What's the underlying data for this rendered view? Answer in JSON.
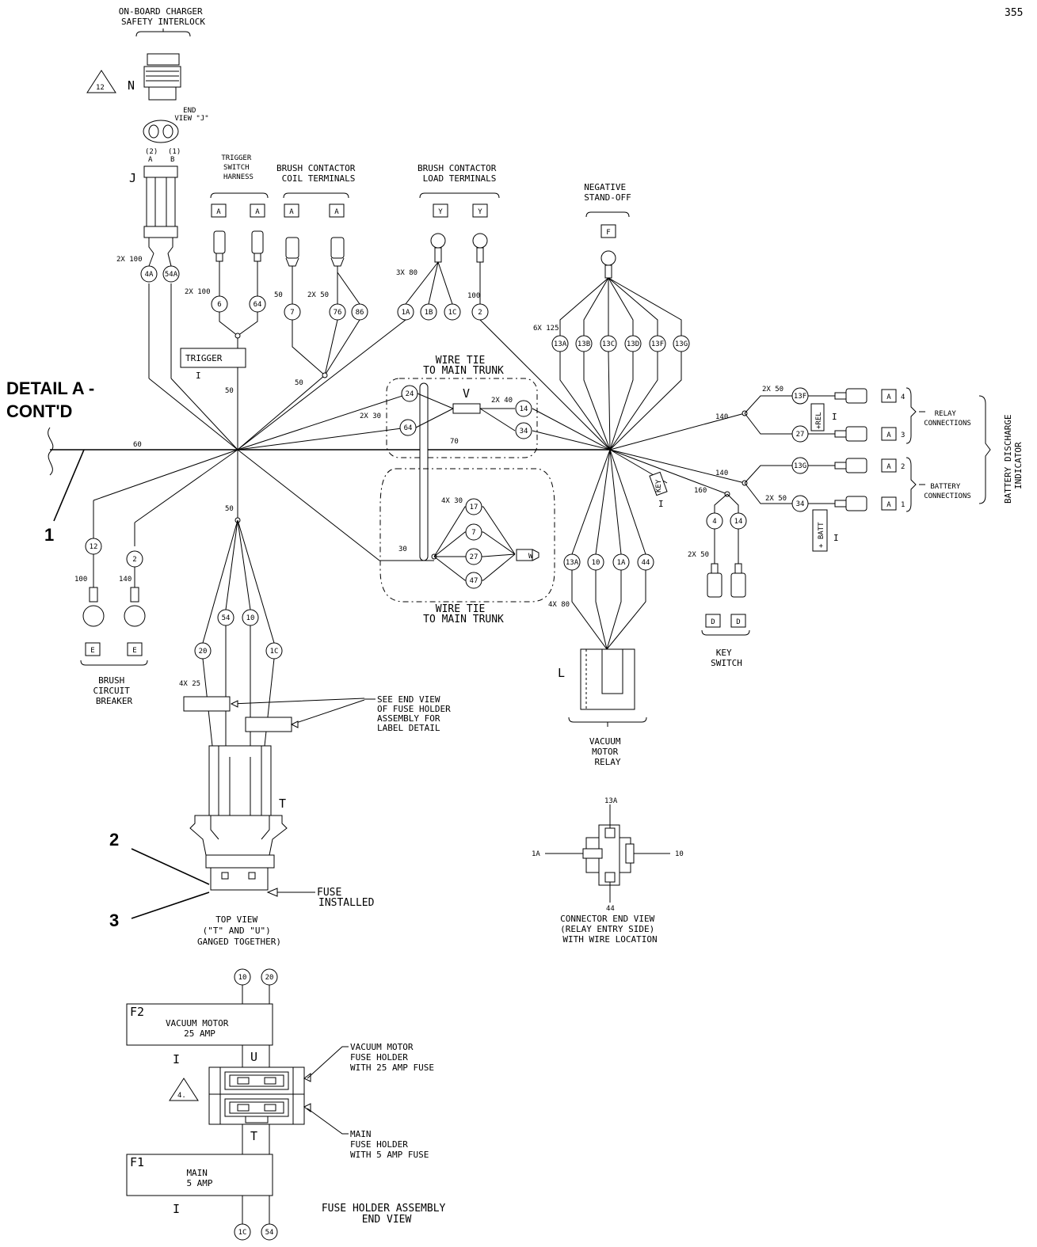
{
  "page_number": "355",
  "detail": {
    "line1": "DETAIL A -",
    "line2": "CONT'D"
  },
  "callouts": [
    "1",
    "2",
    "3"
  ],
  "labels": {
    "charger_interlock": [
      "ON-BOARD CHARGER",
      "SAFETY INTERLOCK"
    ],
    "end_view_j": [
      "END",
      "VIEW \"J\""
    ],
    "trigger_switch_harness": [
      "TRIGGER",
      "SWITCH",
      "HARNESS"
    ],
    "brush_contactor_coil": [
      "BRUSH CONTACTOR",
      "COIL TERMINALS"
    ],
    "brush_contactor_load": [
      "BRUSH CONTACTOR",
      "LOAD TERMINALS"
    ],
    "negative_standoff": [
      "NEGATIVE",
      "STAND-OFF"
    ],
    "wire_tie_top": [
      "WIRE TIE",
      "TO MAIN TRUNK"
    ],
    "wire_tie_bottom": [
      "WIRE TIE",
      "TO MAIN TRUNK"
    ],
    "relay_connections": [
      "RELAY",
      "CONNECTIONS"
    ],
    "battery_connections": [
      "BATTERY",
      "CONNECTIONS"
    ],
    "battery_discharge": [
      "BATTERY DISCHARGE",
      "INDICATOR"
    ],
    "brush_circuit_breaker": [
      "BRUSH",
      "CIRCUIT",
      "BREAKER"
    ],
    "key_switch": [
      "KEY",
      "SWITCH"
    ],
    "vacuum_motor_relay": [
      "VACUUM",
      "MOTOR",
      "RELAY"
    ],
    "see_end_view": [
      "SEE END VIEW",
      "OF FUSE HOLDER",
      "ASSEMBLY FOR",
      "LABEL DETAIL"
    ],
    "fuse_installed": [
      "FUSE",
      "INSTALLED"
    ],
    "top_view": [
      "TOP VIEW",
      "(\"T\" AND \"U\")",
      "GANGED TOGETHER)"
    ],
    "connector_end_view": [
      "CONNECTOR END VIEW",
      "(RELAY ENTRY SIDE)",
      "WITH WIRE LOCATION"
    ],
    "vacuum_fuse_holder": [
      "VACUUM MOTOR",
      "FUSE HOLDER",
      "WITH 25 AMP FUSE"
    ],
    "main_fuse_holder": [
      "MAIN",
      "FUSE HOLDER",
      "WITH 5 AMP FUSE"
    ],
    "fuse_holder_end_view": [
      "FUSE HOLDER ASSEMBLY",
      "END VIEW"
    ],
    "f2_box": {
      "id": "F2",
      "line1": "VACUUM MOTOR",
      "line2": "25 AMP"
    },
    "f1_box": {
      "id": "F1",
      "line1": "MAIN",
      "line2": "5 AMP"
    },
    "trigger_box": "TRIGGER",
    "rel_box": "+REL",
    "batt_box": "+ BATT",
    "key_tag": "KEY"
  },
  "letters": {
    "N": "N",
    "J": "J",
    "V": "V",
    "L": "L",
    "T": "T",
    "U": "U",
    "T2": "T",
    "I": "I",
    "pin_a": "A",
    "pin_b": "B",
    "pin_2": "(2)",
    "pin_1": "(1)"
  },
  "warnings": [
    "12",
    "4."
  ],
  "wire_lengths": {
    "w60": "60",
    "w50a": "50",
    "w50b": "50",
    "w50c": "50",
    "w50d": "50",
    "w70": "70",
    "w30": "30",
    "w140a": "140",
    "w140b": "140",
    "w160": "160",
    "w100a": "100",
    "w100b": "100",
    "w140c": "140",
    "m2x100a": "2X 100",
    "m2x100b": "2X 100",
    "m2x50a": "2X 50",
    "m2x50b": "2X 50",
    "m2x50c": "2X 50",
    "m3x80": "3X 80",
    "m6x125": "6X 125",
    "m2x30": "2X 30",
    "m2x40": "2X 40",
    "m4x30": "4X 30",
    "m4x80": "4X 80",
    "m4x25": "4X 25",
    "m2x50d": "2X 50"
  },
  "terminal_codes": {
    "A": "A",
    "Y": "Y",
    "F": "F",
    "E": "E",
    "D": "D"
  },
  "pin_numbers": {
    "p4": "4",
    "p3": "3",
    "p2": "2",
    "p1": "1"
  },
  "connector_pins": {
    "top": "13A",
    "left": "1A",
    "right": "10",
    "bottom": "44"
  },
  "wires": [
    {
      "id": "4A"
    },
    {
      "id": "54A"
    },
    {
      "id": "6"
    },
    {
      "id": "64"
    },
    {
      "id": "7"
    },
    {
      "id": "76"
    },
    {
      "id": "86"
    },
    {
      "id": "1A"
    },
    {
      "id": "1B"
    },
    {
      "id": "1C"
    },
    {
      "id": "2"
    },
    {
      "id": "13A"
    },
    {
      "id": "13B"
    },
    {
      "id": "13C"
    },
    {
      "id": "13D"
    },
    {
      "id": "13F"
    },
    {
      "id": "13G"
    },
    {
      "id": "24"
    },
    {
      "id": "64"
    },
    {
      "id": "14"
    },
    {
      "id": "34"
    },
    {
      "id": "13F"
    },
    {
      "id": "27"
    },
    {
      "id": "13G"
    },
    {
      "id": "34"
    },
    {
      "id": "4"
    },
    {
      "id": "14"
    },
    {
      "id": "12"
    },
    {
      "id": "2"
    },
    {
      "id": "17"
    },
    {
      "id": "7"
    },
    {
      "id": "27"
    },
    {
      "id": "47"
    },
    {
      "id": "13A"
    },
    {
      "id": "10"
    },
    {
      "id": "1A"
    },
    {
      "id": "44"
    },
    {
      "id": "54"
    },
    {
      "id": "10"
    },
    {
      "id": "20"
    },
    {
      "id": "1C"
    },
    {
      "id": "10"
    },
    {
      "id": "20"
    },
    {
      "id": "1C"
    },
    {
      "id": "54"
    }
  ]
}
